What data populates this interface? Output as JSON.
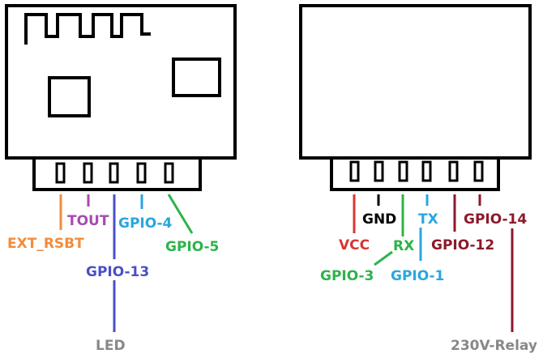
{
  "colors": {
    "outline": "#000000",
    "orange": "#f28c3c",
    "purple": "#a64bb0",
    "blue": "#2aa6e0",
    "green": "#2db34a",
    "indigo": "#4a4fc8",
    "gray": "#888888",
    "red": "#d93535",
    "darkred": "#8b1a2b",
    "black": "#000000"
  },
  "left_module": {
    "labels": {
      "ext_rsbt": "EXT_RSBT",
      "tout": "TOUT",
      "gpio4": "GPIO-4",
      "gpio5": "GPIO-5",
      "gpio13": "GPIO-13",
      "led": "LED"
    }
  },
  "right_module": {
    "labels": {
      "vcc": "VCC",
      "gnd": "GND",
      "rx": "RX",
      "gpio3": "GPIO-3",
      "tx": "TX",
      "gpio1": "GPIO-1",
      "gpio12": "GPIO-12",
      "gpio14": "GPIO-14",
      "relay": "230V-Relay"
    }
  }
}
